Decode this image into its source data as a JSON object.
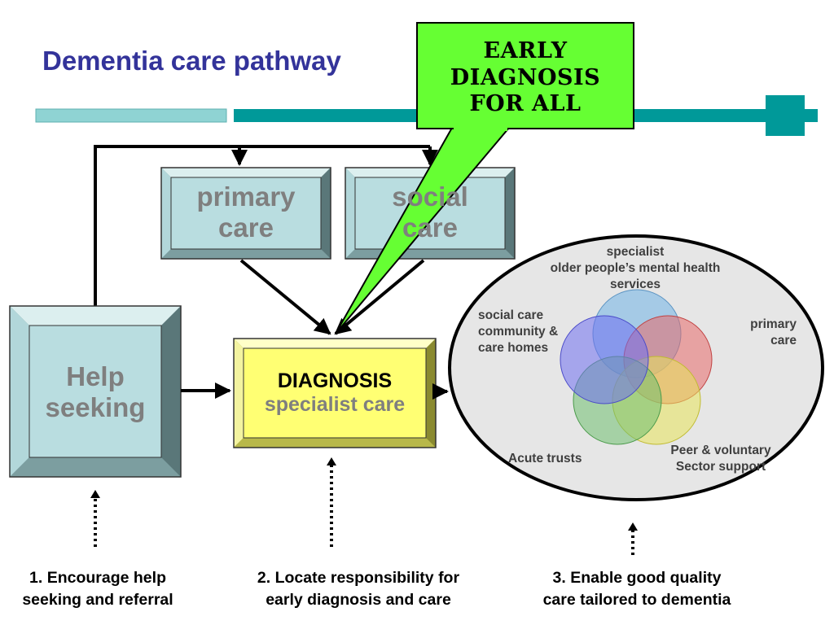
{
  "title": "Dementia care pathway",
  "callout": {
    "lines": [
      "EARLY",
      "DIAGNOSIS",
      "FOR ALL"
    ]
  },
  "boxes": {
    "primary_care": [
      "primary",
      "care"
    ],
    "social_care": [
      "social",
      "care"
    ],
    "help_seeking": [
      "Help",
      "seeking"
    ],
    "diagnosis": {
      "title": "DIAGNOSIS",
      "subtitle": "specialist care"
    }
  },
  "services_cluster": {
    "specialist": [
      "specialist",
      "older people’s mental health",
      "services"
    ],
    "social_care_community": [
      "social care",
      "community &",
      "care homes"
    ],
    "primary_care": [
      "primary",
      "care"
    ],
    "acute_trusts": "Acute trusts",
    "peer_voluntary": [
      "Peer & voluntary",
      "Sector support"
    ]
  },
  "steps": [
    [
      "1. Encourage help",
      "seeking and referral"
    ],
    [
      "2. Locate responsibility for",
      "early diagnosis and care"
    ],
    [
      "3. Enable good quality",
      "care tailored to dementia"
    ]
  ],
  "colors": {
    "title": "#33339a",
    "box_fill": "#b9dde0",
    "diagnosis_fill": "#ffff73",
    "callout_fill": "#66ff33",
    "header_bar": "#009999",
    "circle_blue": "#7ab8e6",
    "circle_red": "#e86a6a",
    "circle_yellow": "#e8e45a",
    "circle_green": "#6fbf6f",
    "circle_purple": "#6f6ff0"
  }
}
